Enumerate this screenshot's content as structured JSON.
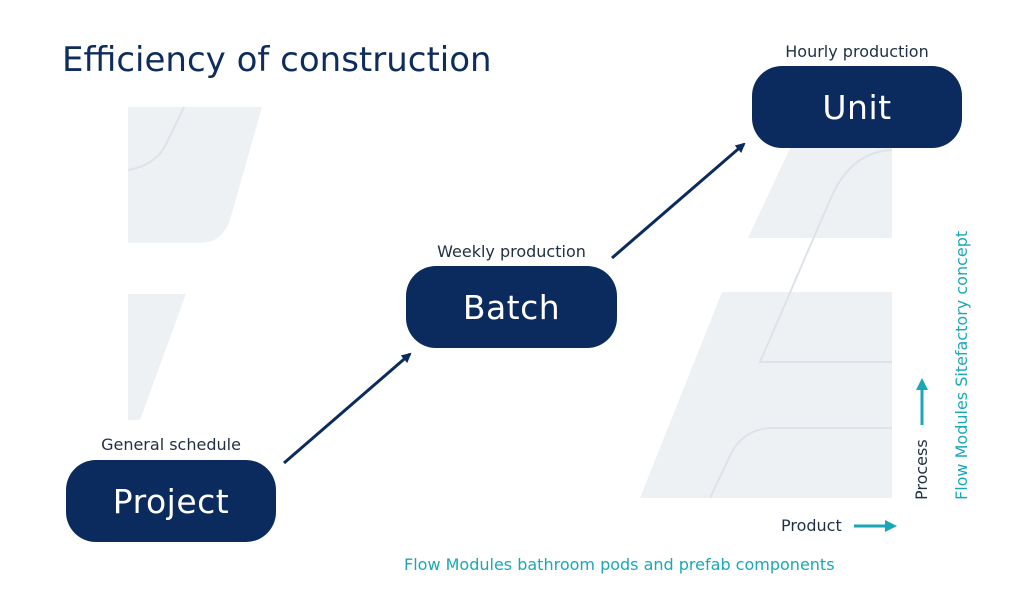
{
  "title": "Efficiency of construction",
  "nodes": {
    "project": {
      "label": "Project",
      "caption": "General schedule"
    },
    "batch": {
      "label": "Batch",
      "caption": "Weekly production"
    },
    "unit": {
      "label": "Unit",
      "caption": "Hourly production"
    }
  },
  "axes": {
    "product": "Product",
    "process": "Process"
  },
  "notes": {
    "vertical": "Flow Modules Sitefactory concept",
    "footer": "Flow Modules bathroom pods and prefab components"
  },
  "colors": {
    "navy": "#0b2b5e",
    "teal": "#1aa8b5",
    "shape": "#eef1f4"
  },
  "icons": {
    "product_arrow": "arrow-right-icon",
    "process_arrow": "arrow-up-icon"
  }
}
